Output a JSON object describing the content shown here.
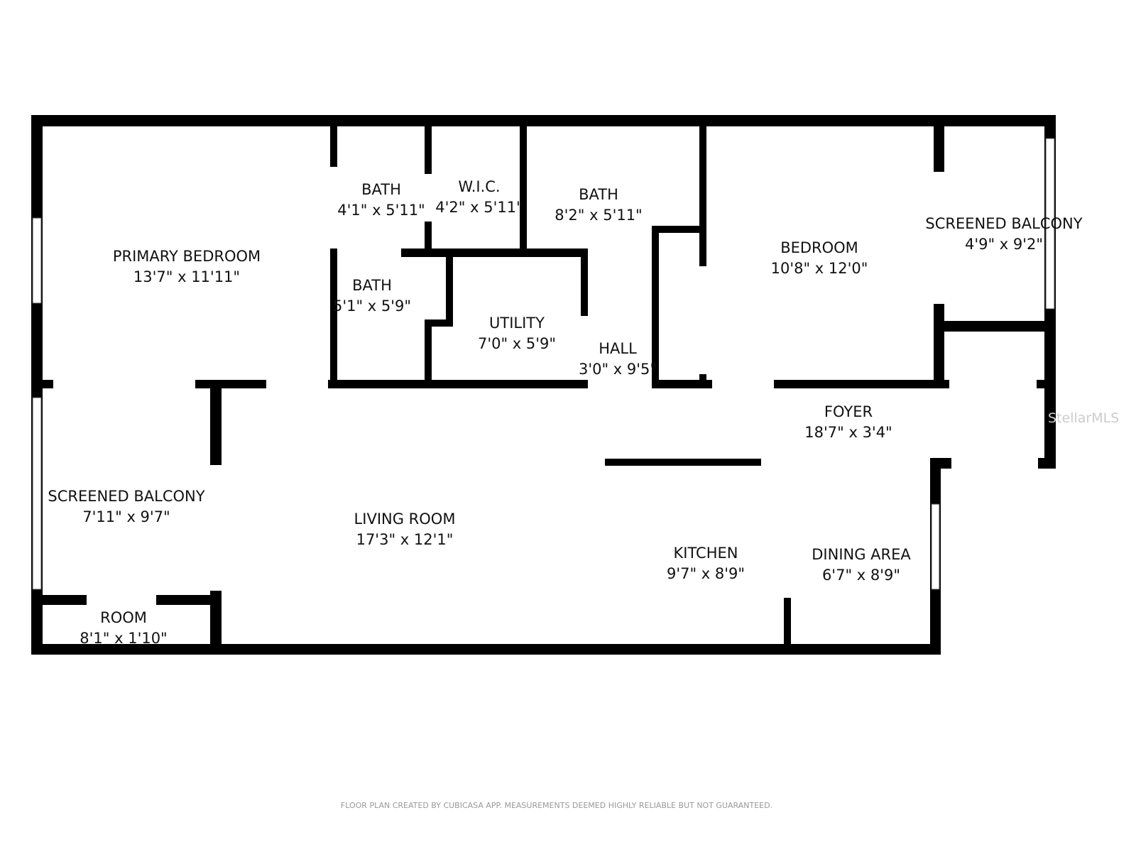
{
  "rooms": [
    {
      "name": "PRIMARY BEDROOM",
      "size": "13'7\" x 11'11\""
    },
    {
      "name": "BATH",
      "size": "4'1\" x 5'11\""
    },
    {
      "name": "W.I.C.",
      "size": "4'2\" x 5'11\""
    },
    {
      "name": "BATH",
      "size": "8'2\" x 5'11\""
    },
    {
      "name": "BEDROOM",
      "size": "10'8\" x 12'0\""
    },
    {
      "name": "SCREENED BALCONY",
      "size": "4'9\" x 9'2\""
    },
    {
      "name": "BATH",
      "size": "5'1\" x 5'9\""
    },
    {
      "name": "UTILITY",
      "size": "7'0\" x 5'9\""
    },
    {
      "name": "HALL",
      "size": "3'0\" x 9'5\""
    },
    {
      "name": "FOYER",
      "size": "18'7\" x 3'4\""
    },
    {
      "name": "SCREENED BALCONY",
      "size": "7'11\" x 9'7\""
    },
    {
      "name": "LIVING ROOM",
      "size": "17'3\" x 12'1\""
    },
    {
      "name": "KITCHEN",
      "size": "9'7\" x 8'9\""
    },
    {
      "name": "DINING AREA",
      "size": "6'7\" x 8'9\""
    },
    {
      "name": "ROOM",
      "size": "8'1\" x 1'10\""
    }
  ],
  "watermark": "StellarMLS",
  "footer": "FLOOR PLAN CREATED BY CUBICASA APP. MEASUREMENTS DEEMED HIGHLY RELIABLE BUT NOT GUARANTEED."
}
